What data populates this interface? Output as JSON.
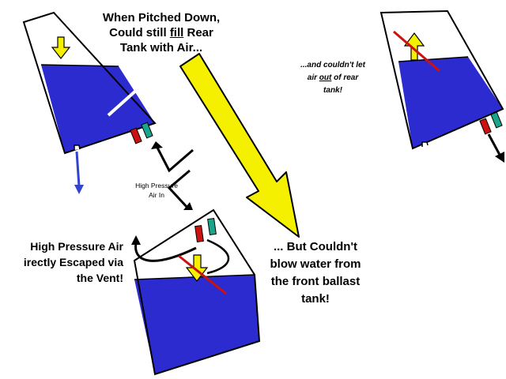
{
  "labels": {
    "pitched_line1": "When Pitched Down,",
    "pitched_line2_pre": "Could still ",
    "pitched_line2_em": "fill",
    "pitched_line2_post": " Rear",
    "pitched_line3": "Tank with Air...",
    "couldnt_line1": "...and couldn't let",
    "couldnt_line2_pre": "air ",
    "couldnt_line2_em": "out",
    "couldnt_line2_post": " of rear",
    "couldnt_line3": "tank!",
    "hp_line1": "High Pressure",
    "hp_line2": "Air In",
    "escape_line1": "High Pressure Air",
    "escape_line2": "irectly Escaped via",
    "escape_line3": "the Vent!",
    "blow_line1": "... But Couldn't",
    "blow_line2": "blow water from",
    "blow_line3": "the front ballast",
    "blow_line4": "tank!"
  },
  "colors": {
    "water": "#2b2bd0",
    "inlet_valve": "#cc1111",
    "vent_valve": "#1aa58a",
    "arrow_yellow": "#f5f000",
    "arrow_blue": "#3344cc",
    "outline": "#000000",
    "strike": "#cc1111"
  }
}
